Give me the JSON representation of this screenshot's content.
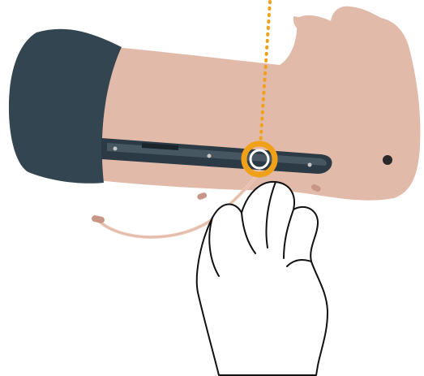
{
  "illustration": {
    "colors": {
      "background": "#ffffff",
      "skin": "#e2baa9",
      "sleeve": "#334550",
      "device_track": "#2b3a44",
      "device_track_edge": "#5e6f7a",
      "indicator": "#f0a11a",
      "outline": "#111111",
      "cable": "#ecc8b7"
    },
    "icons": [
      "arm",
      "hand",
      "rail-device",
      "orange-ring-indicator",
      "dotted-pointer",
      "cable"
    ]
  }
}
